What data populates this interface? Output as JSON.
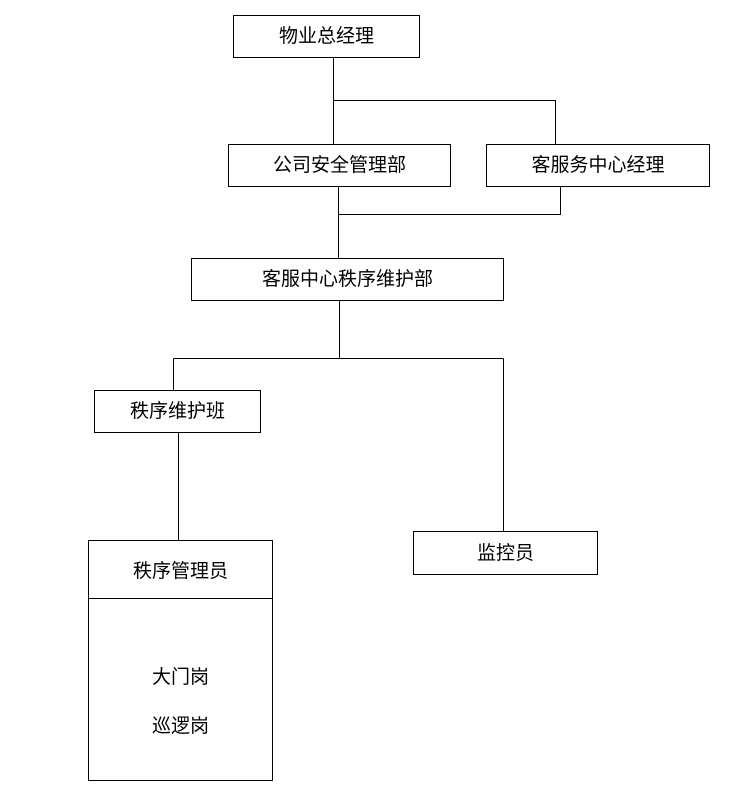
{
  "org_chart": {
    "general_manager": "物业总经理",
    "security_department": "公司安全管理部",
    "service_center_manager": "客服务中心经理",
    "order_maintenance_department": "客服中心秩序维护部",
    "order_maintenance_team": "秩序维护班",
    "monitor": "监控员",
    "order_officer": {
      "title": "秩序管理员",
      "posts": [
        "大门岗",
        "巡逻岗"
      ]
    }
  },
  "colors": {
    "line": "#000000",
    "background": "#ffffff"
  }
}
